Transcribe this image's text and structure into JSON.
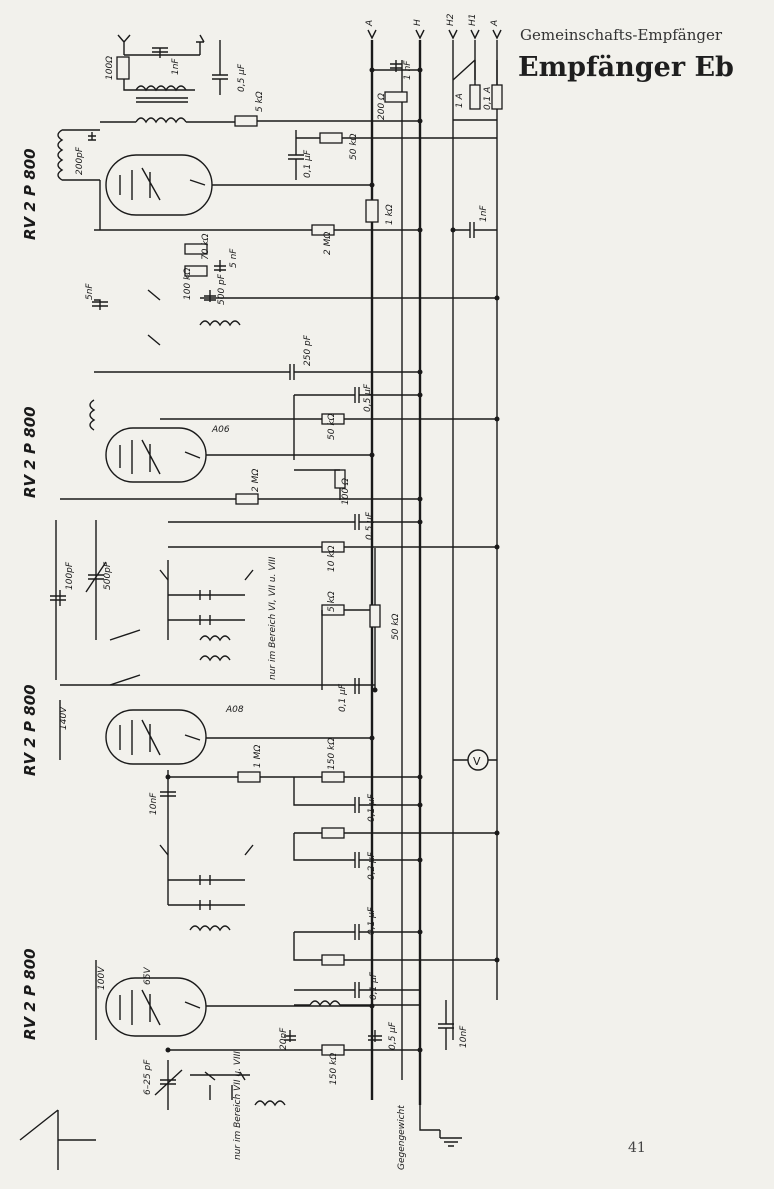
{
  "header": {
    "subtitle": "Gemeinschafts-Empfänger",
    "title": "Empfänger Eb"
  },
  "page_number": "41",
  "terminals": [
    "A",
    "H",
    "H2",
    "H1",
    "A"
  ],
  "tubes": [
    {
      "label": "RV 2 P 800"
    },
    {
      "label": "RV 2 P 800",
      "tag": "A06"
    },
    {
      "label": "RV 2 P 800",
      "tag": "A08"
    },
    {
      "label": "RV 2 P 800"
    }
  ],
  "components": {
    "r_100": "100Ω",
    "c_1nf_top": "1nF",
    "c_05uf_top": "0,5 µF",
    "r_5k_top": "5 kΩ",
    "c_200pf": "200pF",
    "c_01uf_top": "0,1 µF",
    "r_50k_top": "50 kΩ",
    "r_200": "200 Ω",
    "c_1nf_right": "1 nF",
    "fuse_1a": "1 A",
    "fuse_01a": "0,1 A",
    "r_1k": "1 kΩ",
    "r_2m_top": "2 MΩ",
    "c_1nf_mid": "1nF",
    "r_70k": "70 kΩ",
    "r_100k": "100 kΩ",
    "c_5nf_a": "5 nF",
    "c_500pf": "500 pF",
    "c_5nf_left": "5nF",
    "c_250pf": "250 pF",
    "c_05uf_mid": "0,5 µF",
    "r_50k_mid": "50 kΩ",
    "r_2m_mid": "2 MΩ",
    "r_100_mid": "100 Ω",
    "c_05uf_low": "0,5 µF",
    "c_100pf": "100pF",
    "c_var_500pf": "500pF",
    "r_10k": "10 kΩ",
    "r_5k_mid": "5 kΩ",
    "pot_50k": "50 kΩ",
    "note_range": "nur im Bereich VI, VII u. VIII",
    "c_01uf_mid": "0,1 µF",
    "volt_140": "140V",
    "r_1m": "1 MΩ",
    "r_150k_top": "150 kΩ",
    "c_01uf_b": "0,1 µF",
    "c_10nf_left": "10nF",
    "c_02uf": "0,2 µF",
    "c_01uf_c": "0,1 µF",
    "c_01uf_d": "0,1 µF",
    "volt_100": "100V",
    "volt_65": "65V",
    "c_20nf": "20nF",
    "c_05uf_bottom": "0,5 µF",
    "r_150k_bottom": "150 kΩ",
    "c_10nf_right": "10nF",
    "c_trim": "6–25 pF",
    "note_bottom": "nur im Bereich VII u. VIII",
    "ground_label": "Gegengewicht",
    "meter": "V"
  },
  "colors": {
    "paper": "#f2f1ec",
    "ink": "#1a1a1a"
  }
}
